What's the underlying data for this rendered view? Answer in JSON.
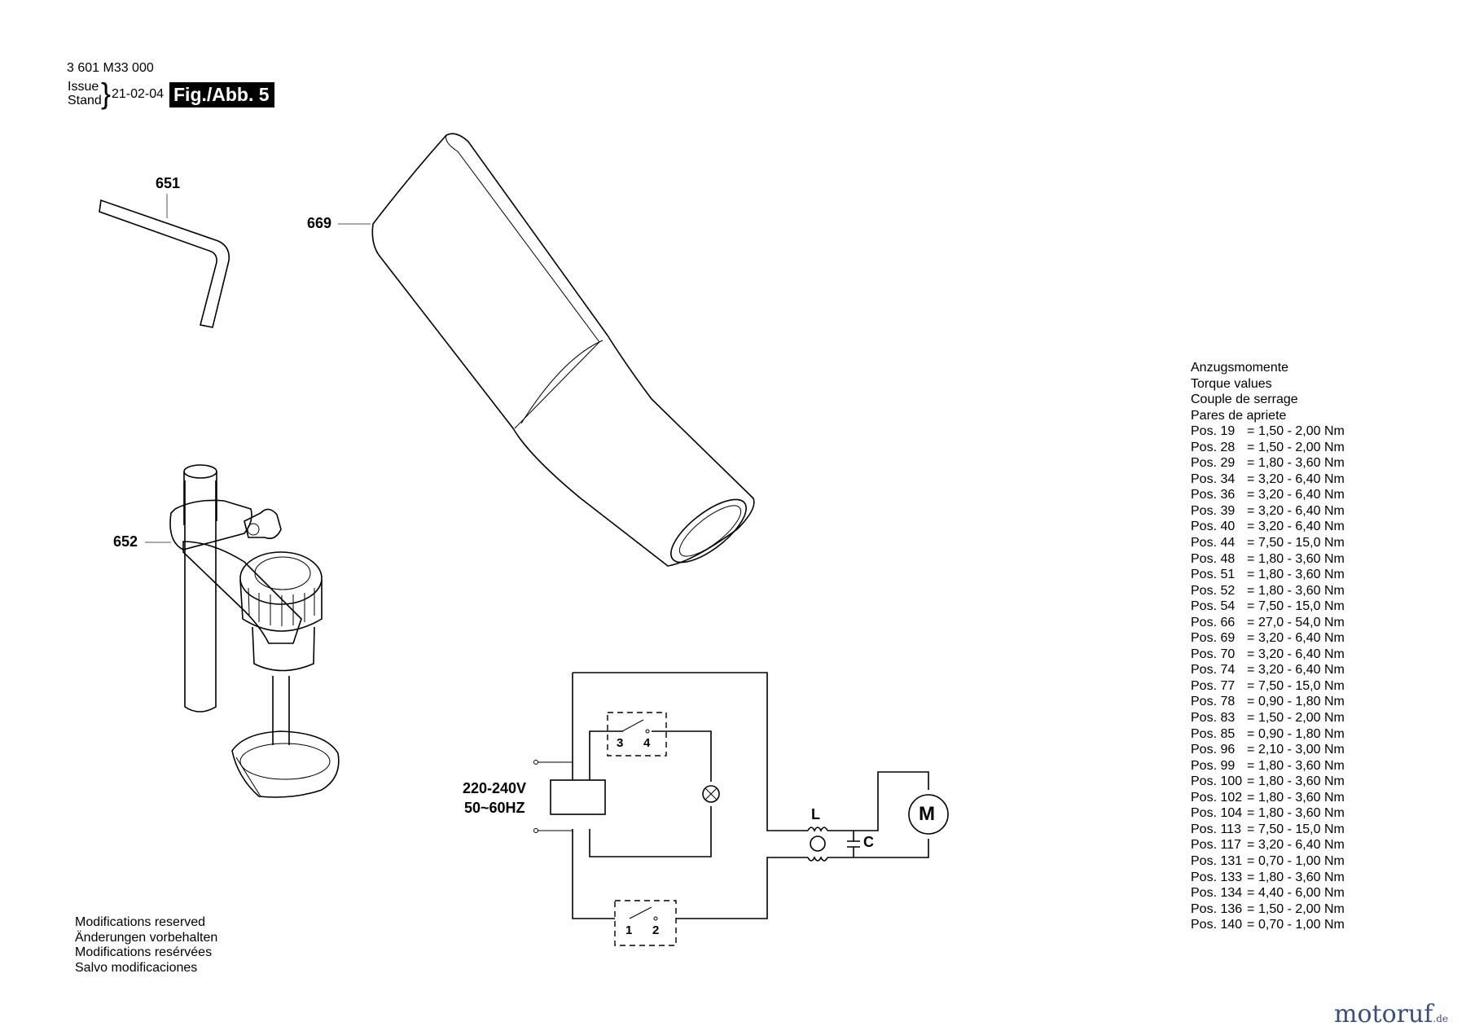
{
  "header": {
    "code": "3 601 M33 000",
    "issue_label": "Issue",
    "stand_label": "Stand",
    "brace": "}",
    "date": "21-02-04",
    "figure": "Fig./Abb. 5"
  },
  "parts": [
    {
      "number": "651",
      "depicts": "hex-key"
    },
    {
      "number": "669",
      "depicts": "suction-nozzle"
    },
    {
      "number": "652",
      "depicts": "thickness-stop-clamp"
    }
  ],
  "circuit": {
    "voltage": "220-240V",
    "frequency": "50~60HZ",
    "switch_top_labels": [
      "3",
      "4"
    ],
    "switch_bottom_labels": [
      "1",
      "2"
    ],
    "inductor_label": "L",
    "capacitor_label": "C",
    "motor_label": "M"
  },
  "torque": {
    "titles": [
      "Anzugsmomente",
      "Torque values",
      "Couple de serrage",
      "Pares de apriete"
    ],
    "rows": [
      {
        "pos": "Pos. 19",
        "value": "1,50 - 2,00 Nm"
      },
      {
        "pos": "Pos. 28",
        "value": "1,50 - 2,00 Nm"
      },
      {
        "pos": "Pos. 29",
        "value": "1,80 - 3,60 Nm"
      },
      {
        "pos": "Pos. 34",
        "value": "3,20 - 6,40 Nm"
      },
      {
        "pos": "Pos. 36",
        "value": "3,20 - 6,40 Nm"
      },
      {
        "pos": "Pos. 39",
        "value": "3,20 - 6,40 Nm"
      },
      {
        "pos": "Pos. 40",
        "value": "3,20 - 6,40 Nm"
      },
      {
        "pos": "Pos. 44",
        "value": "7,50 - 15,0 Nm"
      },
      {
        "pos": "Pos. 48",
        "value": "1,80 - 3,60 Nm"
      },
      {
        "pos": "Pos. 51",
        "value": "1,80 - 3,60 Nm"
      },
      {
        "pos": "Pos. 52",
        "value": "1,80 - 3,60 Nm"
      },
      {
        "pos": "Pos. 54",
        "value": "7,50 - 15,0 Nm"
      },
      {
        "pos": "Pos. 66",
        "value": "27,0 - 54,0 Nm"
      },
      {
        "pos": "Pos. 69",
        "value": "3,20 - 6,40 Nm"
      },
      {
        "pos": "Pos. 70",
        "value": "3,20 - 6,40 Nm"
      },
      {
        "pos": "Pos. 74",
        "value": "3,20 - 6,40 Nm"
      },
      {
        "pos": "Pos. 77",
        "value": "7,50 - 15,0 Nm"
      },
      {
        "pos": "Pos. 78",
        "value": "0,90 - 1,80 Nm"
      },
      {
        "pos": "Pos. 83",
        "value": "1,50 - 2,00 Nm"
      },
      {
        "pos": "Pos. 85",
        "value": "0,90 - 1,80 Nm"
      },
      {
        "pos": "Pos. 96",
        "value": "2,10 - 3,00 Nm"
      },
      {
        "pos": "Pos. 99",
        "value": "1,80 - 3,60 Nm"
      },
      {
        "pos": "Pos. 100",
        "value": "1,80 - 3,60 Nm"
      },
      {
        "pos": "Pos. 102",
        "value": "1,80 - 3,60 Nm"
      },
      {
        "pos": "Pos. 104",
        "value": "1,80 - 3,60 Nm"
      },
      {
        "pos": "Pos. 113",
        "value": "7,50 - 15,0 Nm"
      },
      {
        "pos": "Pos. 117",
        "value": "3,20 - 6,40 Nm"
      },
      {
        "pos": "Pos. 131",
        "value": "0,70 - 1,00 Nm"
      },
      {
        "pos": "Pos. 133",
        "value": "1,80 - 3,60 Nm"
      },
      {
        "pos": "Pos. 134",
        "value": "4,40 - 6,00 Nm"
      },
      {
        "pos": "Pos. 136",
        "value": "1,50 - 2,00 Nm"
      },
      {
        "pos": "Pos. 140",
        "value": "0,70 - 1,00 Nm"
      }
    ]
  },
  "modifications": [
    "Modifications reserved",
    "Änderungen vorbehalten",
    "Modifications resérvées",
    "Salvo modificaciones"
  ],
  "brand": {
    "name": "motoruf",
    "tld": ".de"
  },
  "colors": {
    "ink": "#000000",
    "brand": "#3a4f7a",
    "background": "#ffffff"
  }
}
